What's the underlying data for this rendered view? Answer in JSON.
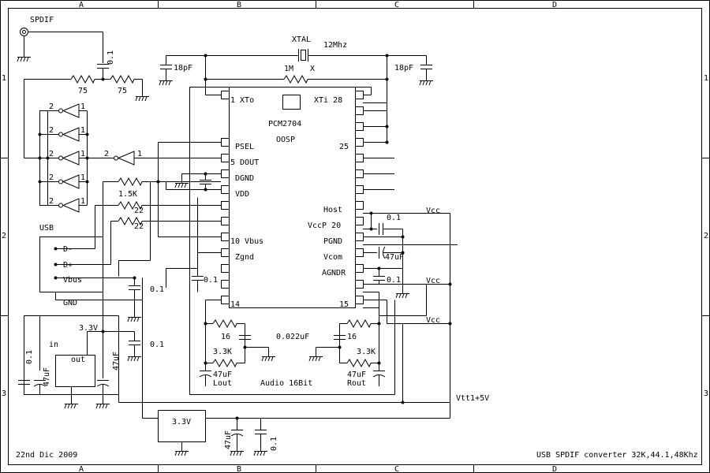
{
  "frame": {
    "columns": [
      "A",
      "B",
      "C",
      "D"
    ],
    "rows": [
      "1",
      "2",
      "3"
    ]
  },
  "connectors": {
    "spdif": "SPDIF",
    "usb": "USB",
    "usb_pins": [
      "D-",
      "D+",
      "Vbus",
      "GND"
    ]
  },
  "chip": {
    "name": "PCM2704",
    "package": "OOSP",
    "left_pins": [
      "1 XTo",
      "PSEL",
      "5 DOUT",
      "DGND",
      "VDD",
      "10 Vbus",
      "Zgnd",
      "14"
    ],
    "right_pins": [
      "XTi 28",
      "25",
      "Host",
      "VccP 20",
      "PGND",
      "Vcom",
      "AGNDR",
      "15"
    ]
  },
  "crystal": {
    "label": "XTAL",
    "freq": "12Mhz",
    "feedback_resistor": "1M",
    "x_mark": "X",
    "cap_left": "18pF",
    "cap_right": "18pF"
  },
  "spdif_output": {
    "r1": "75",
    "r2": "75",
    "cap": "0.1",
    "inverter_in_pin": "2",
    "inverter_out_pin": "1"
  },
  "usb_parts": {
    "pullup": "1.5K",
    "series_r1": "22",
    "series_r2": "22",
    "cap_vdd": "0.1",
    "cap_vbus": "0.1"
  },
  "supply": {
    "regulator_in": "in",
    "regulator_out": "out",
    "rail_33": "3.3V",
    "cap_in": "0.1",
    "cap_in_elec": "47uF",
    "cap_out_elec": "47uF",
    "cap_out": "0.1",
    "reg_box": "3.3V",
    "bottom_elec": "47uF",
    "bottom_cap": "0.1",
    "vtt_label": "Vtt1+5V",
    "vcc1": "Vcc",
    "vcc2": "Vcc",
    "vcc3": "Vcc"
  },
  "analog": {
    "vccp_cap": "0.1",
    "vcom_cap": "47uF",
    "agnd_cap": "0.1",
    "left_r1": "16",
    "left_r2": "3.3K",
    "left_elec": "47uF",
    "left_label": "Lout",
    "right_r1": "16",
    "right_r2": "3.3K",
    "right_elec": "47uF",
    "right_label": "Rout",
    "filter_cap": "0.022uF",
    "section_label": "Audio 16Bit"
  },
  "footer": {
    "date": "22nd Dic 2009",
    "title": "USB SPDIF converter 32K,44.1,48Khz"
  }
}
